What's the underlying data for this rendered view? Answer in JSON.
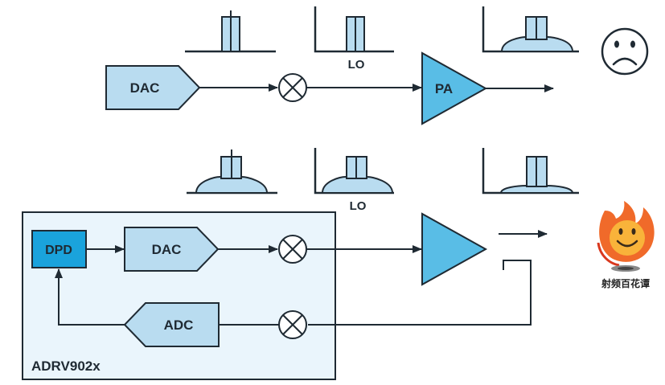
{
  "top_chain": {
    "dac_label": "DAC",
    "lo_label": "LO",
    "pa_label": "PA",
    "status_icon": "sad-face-icon"
  },
  "bottom_chain": {
    "dpd_label": "DPD",
    "dac_label": "DAC",
    "adc_label": "ADC",
    "lo_label": "LO",
    "module_label": "ADRV902x",
    "status_icon": "happy-face-icon"
  },
  "logo": {
    "text": "射频百花谭"
  },
  "colors": {
    "block_fill": "#b9dcf0",
    "pa_fill": "#59bde6",
    "dpd_fill": "#1aa3dc",
    "module_fill": "#eaf5fc",
    "spectrum_fill": "#b9dcf0",
    "stroke": "#1f2a33"
  }
}
